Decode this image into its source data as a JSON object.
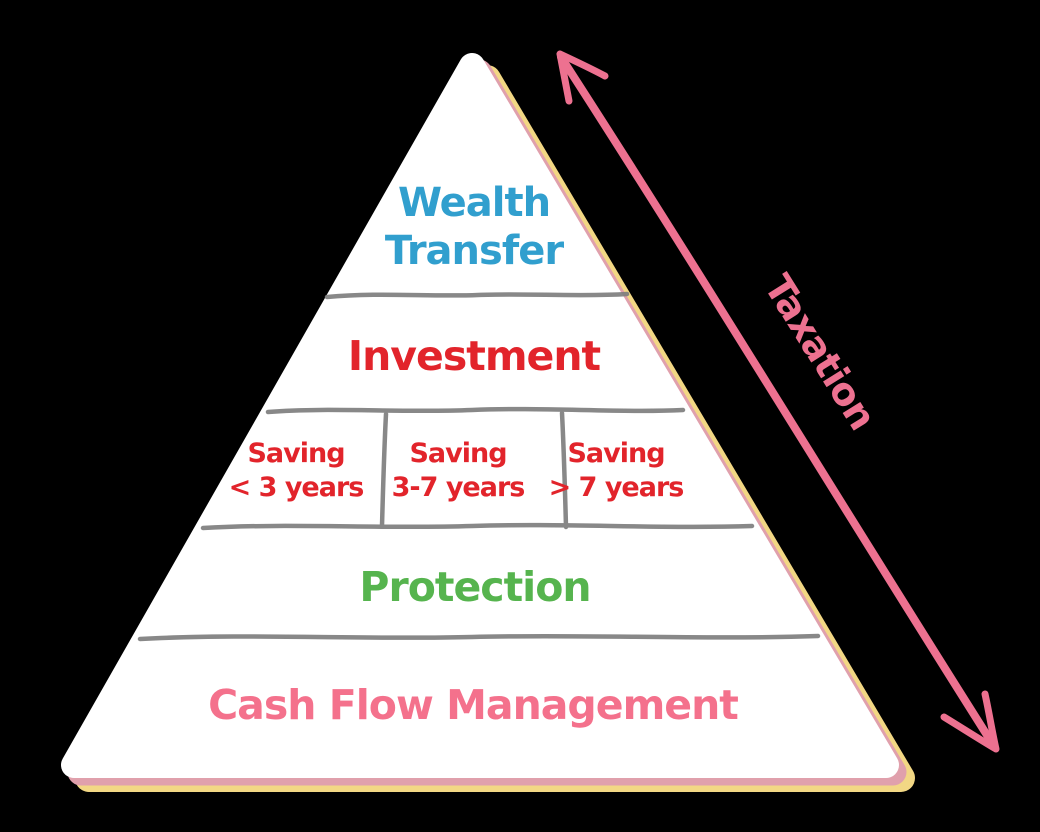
{
  "pyramid": {
    "wealth_transfer": {
      "line1": "Wealth",
      "line2": "Transfer",
      "color": "#319fce"
    },
    "investment": {
      "label": "Investment",
      "color": "#e2242b"
    },
    "saving": {
      "color": "#e2242b",
      "cells": [
        {
          "line1": "Saving",
          "line2": "< 3 years"
        },
        {
          "line1": "Saving",
          "line2": "3-7 years"
        },
        {
          "line1": "Saving",
          "line2": "> 7 years"
        }
      ]
    },
    "protection": {
      "label": "Protection",
      "color": "#56b44e"
    },
    "cash_flow": {
      "label": "Cash Flow Management",
      "color": "#f4718c"
    }
  },
  "taxation": {
    "label": "Taxation",
    "color": "#ed7190"
  },
  "colors": {
    "background": "#000000",
    "pyramid_fill": "#ffffff",
    "shadow_yellow": "#f2d784",
    "shadow_pink": "#e0a0ac",
    "divider_gray": "#7e7e7e"
  }
}
